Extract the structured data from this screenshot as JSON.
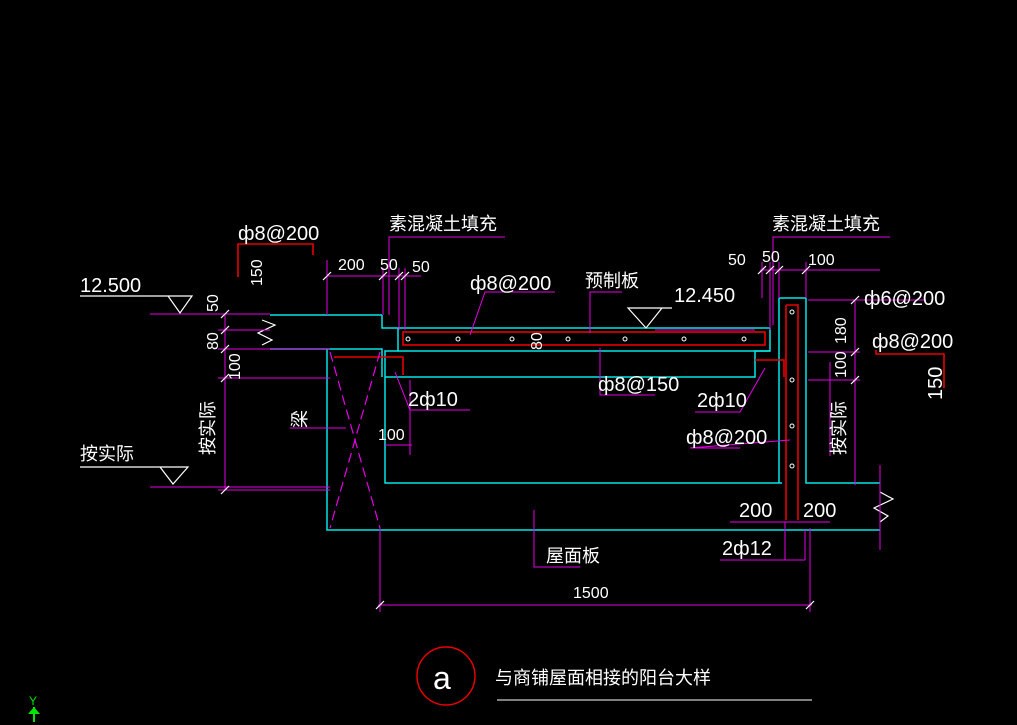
{
  "colors": {
    "background": "#000000",
    "concrete": "#00e5e5",
    "leader": "#e600e6",
    "rebar": "#e60000",
    "text": "#ffffff",
    "ucs": "#00e600"
  },
  "labels": {
    "rebar_top_left": "ф8@200",
    "filler_left": "素混凝土填充",
    "filler_right": "素混凝土填充",
    "rebar_top_mid": "ф8@200",
    "precast_slab": "预制板",
    "elev_top_right": "12.450",
    "rebar_r1": "ф6@200",
    "rebar_r2": "ф8@200",
    "elev_left_top": "12.500",
    "elev_left_bottom": "按实际",
    "beam": "梁",
    "bar_left": "2ф10",
    "bar_mid": "ф8@150",
    "bar_right": "2ф10",
    "bar_right2": "ф8@200",
    "bar_bottom": "2ф12",
    "roof_slab": "屋面板",
    "vert_left_note": "按实际",
    "vert_right_note": "按实际",
    "title": "与商铺屋面相接的阳台大样",
    "symbol": "a",
    "ucs_axis": "Y"
  },
  "dims": {
    "d150_left": "150",
    "d200_top": "200",
    "d50_a": "50",
    "d50_b": "50",
    "d50_left": "50",
    "d80_left": "80",
    "d100_left": "100",
    "d80_slab": "80",
    "d100_beam": "100",
    "d50_r1": "50",
    "d50_r2": "50",
    "d100_r": "100",
    "d180_r": "180",
    "d100_r_v": "100",
    "d150_r": "150",
    "d200_r1": "200",
    "d200_r2": "200",
    "d1500": "1500"
  }
}
